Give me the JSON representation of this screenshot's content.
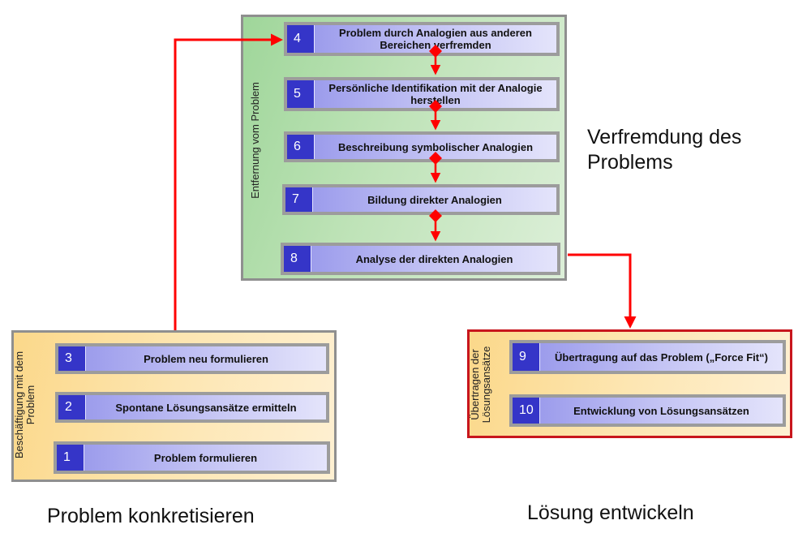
{
  "groups": {
    "alienation": {
      "label": "Entfernung vom Problem",
      "steps": [
        {
          "number": "4",
          "text": "Problem durch Analogien aus anderen Bereichen verfremden"
        },
        {
          "number": "5",
          "text": "Persönliche Identifikation mit der Analogie herstellen"
        },
        {
          "number": "6",
          "text": "Beschreibung symbolischer Analogien"
        },
        {
          "number": "7",
          "text": "Bildung direkter Analogien"
        },
        {
          "number": "8",
          "text": "Analyse der direkten Analogien"
        }
      ]
    },
    "engagement": {
      "label_line1": "Beschäftigung mit dem",
      "label_line2": "Problem",
      "steps": [
        {
          "number": "3",
          "text": "Problem neu formulieren"
        },
        {
          "number": "2",
          "text": "Spontane Lösungsansätze ermitteln"
        },
        {
          "number": "1",
          "text": "Problem formulieren"
        }
      ]
    },
    "transfer": {
      "label_line1": "Übertragen der",
      "label_line2": "Lösungsansätze",
      "steps": [
        {
          "number": "9",
          "text": "Übertragung auf das Problem („Force Fit“)"
        },
        {
          "number": "10",
          "text": "Entwicklung von Lösungsansätzen"
        }
      ]
    }
  },
  "captions": {
    "alienation_line1": "Verfremdung des",
    "alienation_line2": "Problems",
    "concretize": "Problem konkretisieren",
    "develop": "Lösung entwickeln"
  },
  "colors": {
    "connector": "#ff0000",
    "step_number_bg": "#3535c8",
    "group_green": "#bfe3b8",
    "group_yellow": "#fde6b2",
    "transfer_border": "#c8161d"
  }
}
